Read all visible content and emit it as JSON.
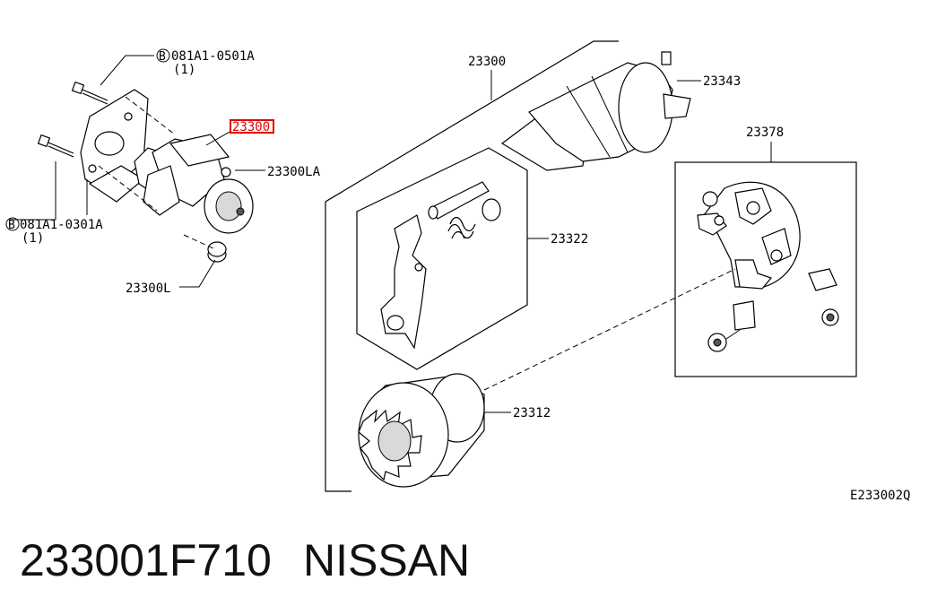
{
  "labels": {
    "bolt_top_code": "081A1-0501A",
    "bolt_top_qty": "(1)",
    "bolt_bottom_code": "081A1-0301A",
    "bolt_bottom_qty": "(1)",
    "circle_b": "B",
    "starter_highlight": "23300",
    "part_23300LA": "23300LA",
    "part_23300L": "23300L",
    "part_23300": "23300",
    "part_23343": "23343",
    "part_23378": "23378",
    "part_23322": "23322",
    "part_23312": "23312",
    "diagram_code": "E233002Q"
  },
  "footer": {
    "part_number": "233001F710",
    "brand": "NISSAN"
  },
  "colors": {
    "highlight": "#e00000",
    "ink": "#000000"
  }
}
